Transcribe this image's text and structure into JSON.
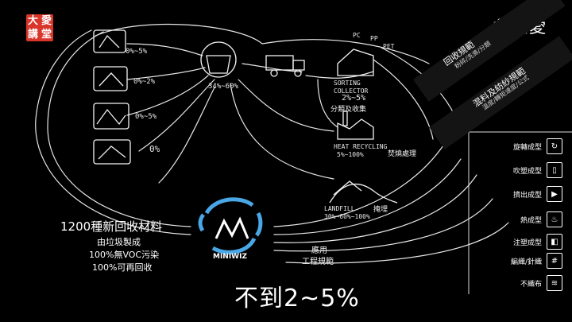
{
  "logo_left": {
    "chars": [
      "大",
      "愛",
      "講",
      "堂"
    ]
  },
  "logo_right": {
    "name": "大愛",
    "mark": "❀"
  },
  "bands": [
    {
      "title": "回收規範",
      "subtitle": "粉碎/洗滌/分類"
    },
    {
      "title": "混料及紡紗規範",
      "subtitle": "溫度/轉矩速度/公式"
    }
  ],
  "sources": [
    {
      "percent": "0%~5%"
    },
    {
      "percent": "0%~2%"
    },
    {
      "percent": "0%~5%"
    },
    {
      "percent": "0%"
    }
  ],
  "collector_percent": "34%~60%",
  "labels_top": [
    "PC",
    "PP",
    "PET"
  ],
  "sorting": {
    "line1": "SORTING",
    "line2": "COLLECTOR",
    "percent": "2%~5%",
    "caption": "分類及收集"
  },
  "heat": {
    "title": "HEAT RECYCLING",
    "percent": "5%~100%",
    "caption": "焚燒處理"
  },
  "landfill": {
    "title": "LANDFILL",
    "percent": "30%~60%~100%",
    "caption": "掩埋"
  },
  "miniwiz": {
    "brand": "MINIWIZ"
  },
  "materials": {
    "title": "1200種新回收材料",
    "line1": "由垃圾製成",
    "line2": "100%無VOC污染",
    "line3": "100%可再回收"
  },
  "application": {
    "line1": "應用",
    "line2": "工程規範"
  },
  "big_caption": "不到2~5%",
  "processes": [
    {
      "label": "旋轉成型",
      "icon": "rotate-icon",
      "glyph": "↻"
    },
    {
      "label": "吹塑成型",
      "icon": "bottle-icon",
      "glyph": "▯"
    },
    {
      "label": "擠出成型",
      "icon": "extrude-icon",
      "glyph": "▶"
    },
    {
      "label": "熱成型",
      "icon": "thermo-icon",
      "glyph": "♨"
    },
    {
      "label": "注塑成型",
      "icon": "inject-icon",
      "glyph": "◧"
    },
    {
      "label": "編織/針織",
      "icon": "weave-icon",
      "glyph": "#"
    },
    {
      "label": "不織布",
      "icon": "nonwoven-icon",
      "glyph": "≋"
    }
  ]
}
